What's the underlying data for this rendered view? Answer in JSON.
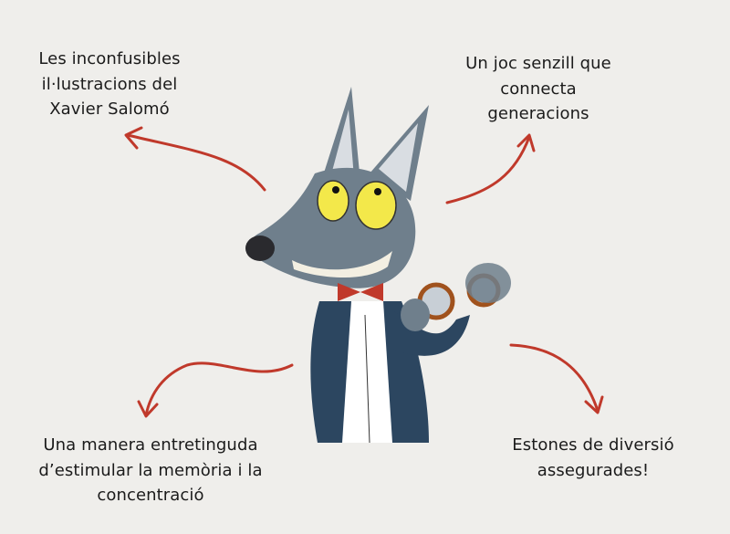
{
  "captions": {
    "top_left": [
      "Les inconfusibles",
      "il·lustracions del",
      "Xavier Salomó"
    ],
    "top_right": [
      "Un joc senzill que",
      "connecta",
      "generacions"
    ],
    "bottom_left": [
      "Una manera entretinguda",
      "d’estimular la memòria i la",
      "concentració"
    ],
    "bottom_right": [
      "Estones de diversió",
      "assegurades!"
    ]
  },
  "colors": {
    "background": "#efeeeb",
    "arrow": "#c0392b",
    "wolf_fur": "#6f7f8c",
    "jacket": "#2c4660"
  }
}
